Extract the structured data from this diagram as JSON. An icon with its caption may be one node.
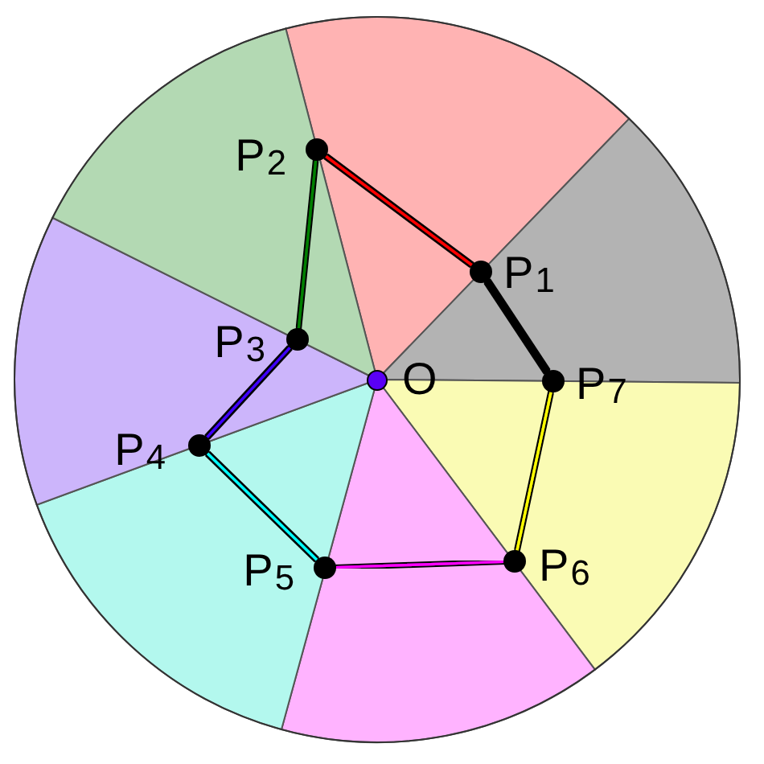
{
  "diagram": {
    "nodes": [
      {
        "text": [],
        "shape": "circle",
        "beside": [
          "P$_{1}$"
        ]
      },
      {
        "text": [],
        "shape": "circle",
        "beside": [
          "P$_{2}$"
        ]
      },
      {
        "text": [],
        "shape": "circle",
        "beside": [
          "P$_{3}$"
        ]
      },
      {
        "text": [],
        "shape": "circle",
        "beside": [
          "P$_{4}$"
        ]
      },
      {
        "text": [],
        "shape": "circle",
        "beside": [
          "P$_{5}$"
        ]
      },
      {
        "text": [],
        "shape": "circle",
        "beside": [
          "P$_{6}$"
        ]
      },
      {
        "text": [],
        "shape": "circle",
        "beside": [
          "P$_{7}$"
        ]
      },
      {
        "text": [],
        "shape": "circle",
        "beside": [
          "O"
        ]
      }
    ],
    "edges": [
      {
        "from": 0,
        "to": 1,
        "arrow": "none",
        "color": "#ff0000"
      },
      {
        "from": 1,
        "to": 2,
        "arrow": "none",
        "color": "#008000"
      },
      {
        "from": 2,
        "to": 3,
        "arrow": "none",
        "color": "#4000ff"
      },
      {
        "from": 3,
        "to": 4,
        "arrow": "none",
        "color": "#00ffff"
      },
      {
        "from": 4,
        "to": 5,
        "arrow": "none",
        "color": "#ff00ff"
      },
      {
        "from": 5,
        "to": 6,
        "arrow": "none",
        "color": "#ffff00"
      },
      {
        "from": 6,
        "to": 0,
        "arrow": "none",
        "color": "#000000"
      }
    ]
  }
}
